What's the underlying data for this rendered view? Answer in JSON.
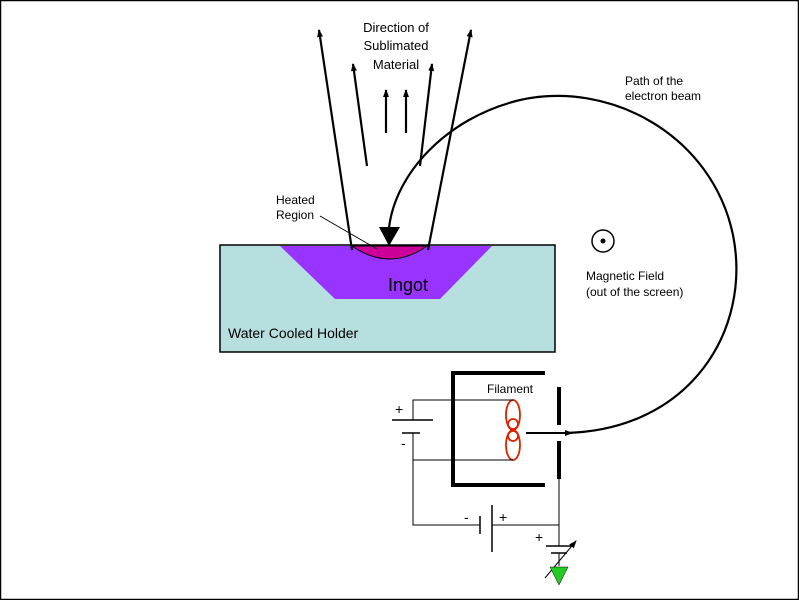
{
  "labels": {
    "direction": [
      "Direction of",
      "Sublimated",
      "Material"
    ],
    "path": [
      "Path of the",
      "electron beam"
    ],
    "heated": [
      "Heated",
      "Region"
    ],
    "ingot": "Ingot",
    "holder": "Water Cooled Holder",
    "magnetic": [
      "Magnetic Field",
      "(out of the screen)"
    ],
    "filament": "Filament",
    "plus": "+",
    "minus": "-"
  },
  "colors": {
    "holder": "#b8dfe0",
    "ingot": "#9933ff",
    "heated": "#cc0099",
    "filament": "#dd2200",
    "ground": "#22cc22"
  }
}
